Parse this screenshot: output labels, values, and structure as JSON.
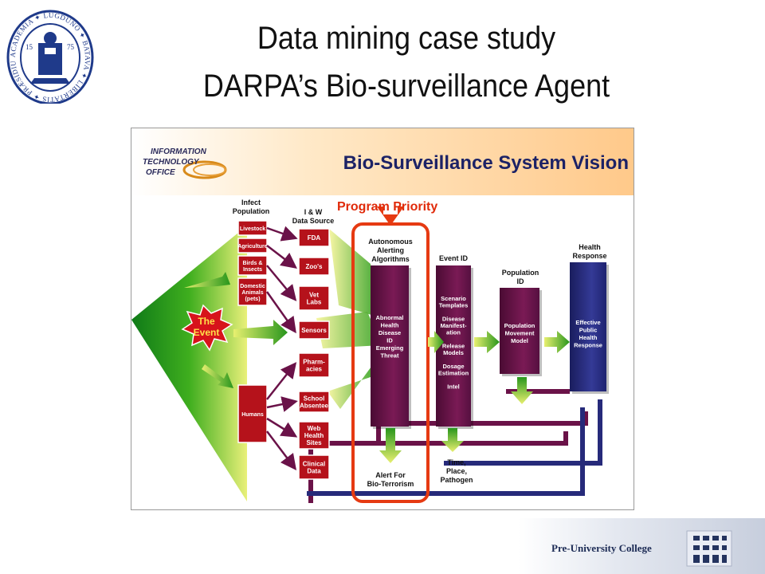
{
  "slide": {
    "title_line1": "Data mining case study",
    "title_line2": "DARPA’s Bio-surveillance Agent",
    "footer": "Pre-University College"
  },
  "seal": {
    "ring_text": "ACADEMIA ✦ LUGDUNO ✦ BATAVA ✦ LIBERTATIS ✦ PRÆSIDIUM ✦",
    "year_left": "15",
    "year_right": "75"
  },
  "figure": {
    "heading": "Bio-Surveillance System Vision",
    "logo_lines": [
      "INFORMATION",
      "TECHNOLOGY",
      "OFFICE"
    ],
    "program_priority": "Program Priority",
    "event_label": [
      "The",
      "Event"
    ],
    "col_infect": [
      "Infect",
      "Population"
    ],
    "col_iw": [
      "I & W",
      "Data Source"
    ],
    "infect_boxes": [
      {
        "lines": [
          "Livestock"
        ]
      },
      {
        "lines": [
          "Agriculture"
        ]
      },
      {
        "lines": [
          "Birds &",
          "Insects"
        ]
      },
      {
        "lines": [
          "Domestic",
          "Animals",
          "(pets)"
        ]
      },
      {
        "lines": [
          "Humans"
        ]
      }
    ],
    "sources": [
      {
        "lines": [
          "FDA"
        ]
      },
      {
        "lines": [
          "Zoo's"
        ]
      },
      {
        "lines": [
          "Vet",
          "Labs"
        ]
      },
      {
        "lines": [
          "Sensors"
        ]
      },
      {
        "lines": [
          "Pharm-",
          "acies"
        ]
      },
      {
        "lines": [
          "School",
          "Absentee"
        ]
      },
      {
        "lines": [
          "Web",
          "Health",
          "Sites"
        ]
      },
      {
        "lines": [
          "Clinical",
          "Data"
        ]
      }
    ],
    "autonomous": {
      "header": [
        "Autonomous",
        "Alerting",
        "Algorithms"
      ],
      "items": [
        "Abnormal",
        "Health",
        "Disease",
        "ID",
        "Emerging",
        "Threat"
      ]
    },
    "event_id": {
      "header": [
        "Event ID"
      ],
      "items": [
        "Scenario",
        "Templates",
        "",
        "Disease",
        "Manifest-",
        "ation",
        "",
        "Release",
        "Models",
        "",
        "Dosage",
        "Estimation",
        "",
        "Intel"
      ]
    },
    "population_id": {
      "header": [
        "Population",
        "ID"
      ],
      "items": [
        "Population",
        "Movement",
        "Model"
      ]
    },
    "health_response": {
      "header": [
        "Health",
        "Response"
      ],
      "items": [
        "Effective",
        "Public",
        "Health",
        "Response"
      ]
    },
    "alert_label": [
      "Alert For",
      "Bio-Terrorism"
    ],
    "tpp_label": [
      "Time,",
      "Place,",
      "Pathogen"
    ]
  },
  "colors": {
    "dark_red": "#b5121b",
    "purple": "#6a1248",
    "navy": "#262a7a",
    "priority_red": "#e63a12",
    "green": "#2f9e1e"
  }
}
